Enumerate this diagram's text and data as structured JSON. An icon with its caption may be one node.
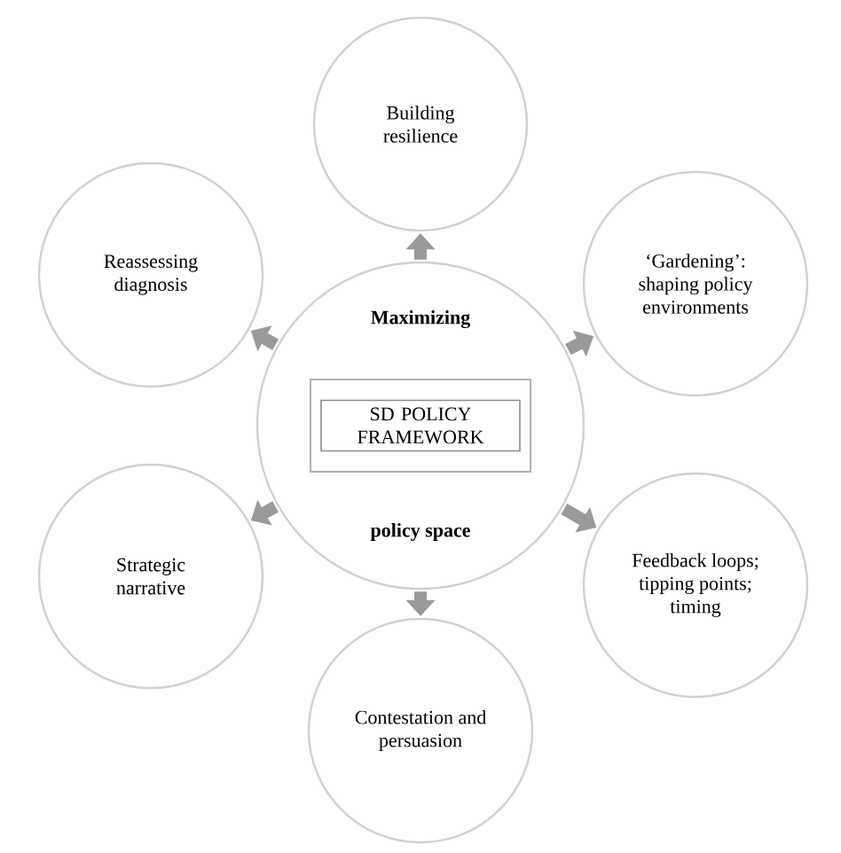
{
  "diagram": {
    "nodes": [
      {
        "text": [
          "Building resilience"
        ]
      },
      {
        "text": [
          "Reassessing diagnosis"
        ]
      },
      {
        "text": [
          "‘Gardening’: shaping policy environments"
        ]
      },
      {
        "text": [
          "Maximizing",
          "policy space"
        ]
      },
      {
        "text": [
          "SD POLICY FRAMEWORK"
        ],
        "in": 3
      },
      {
        "text": [
          "Strategic narrative"
        ]
      },
      {
        "text": [
          "Feedback loops; tipping points; timing"
        ]
      },
      {
        "text": [
          "Contestation and persuasion"
        ]
      }
    ],
    "edges": [
      {
        "from": 3,
        "to": 0,
        "arrow": "to"
      },
      {
        "from": 3,
        "to": 2,
        "arrow": "to"
      },
      {
        "from": 3,
        "to": 6,
        "arrow": "to"
      },
      {
        "from": 3,
        "to": 7,
        "arrow": "to"
      },
      {
        "from": 3,
        "to": 5,
        "arrow": "to"
      },
      {
        "from": 3,
        "to": 1,
        "arrow": "to"
      }
    ]
  }
}
